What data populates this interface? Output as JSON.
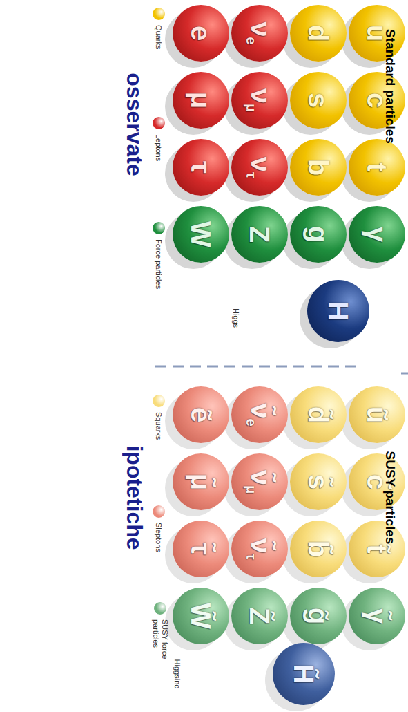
{
  "diagram": {
    "nodes": [
      {
        "text": [
          "u"
        ]
      },
      {
        "text": [
          "c"
        ]
      },
      {
        "text": [
          "t"
        ]
      },
      {
        "text": [
          "γ"
        ]
      },
      {
        "text": [
          "d"
        ]
      },
      {
        "text": [
          "s"
        ]
      },
      {
        "text": [
          "b"
        ]
      },
      {
        "text": [
          "g"
        ]
      },
      {
        "text": [
          "νe"
        ]
      },
      {
        "text": [
          "νμ"
        ]
      },
      {
        "text": [
          "ντ"
        ]
      },
      {
        "text": [
          "Z"
        ]
      },
      {
        "text": [
          "e"
        ]
      },
      {
        "text": [
          "μ"
        ]
      },
      {
        "text": [
          "τ"
        ]
      },
      {
        "text": [
          "W"
        ]
      },
      {
        "text": [
          "H"
        ]
      },
      {
        "text": [
          "ũ"
        ]
      },
      {
        "text": [
          "c̃"
        ]
      },
      {
        "text": [
          "t̃"
        ]
      },
      {
        "text": [
          "γ̃"
        ]
      },
      {
        "text": [
          "d̃"
        ]
      },
      {
        "text": [
          "s̃"
        ]
      },
      {
        "text": [
          "b̃"
        ]
      },
      {
        "text": [
          "g̃"
        ]
      },
      {
        "text": [
          "ν̃e"
        ]
      },
      {
        "text": [
          "ν̃μ"
        ]
      },
      {
        "text": [
          "ν̃τ"
        ]
      },
      {
        "text": [
          "Z̃"
        ]
      },
      {
        "text": [
          "ẽ"
        ]
      },
      {
        "text": [
          "μ̃"
        ]
      },
      {
        "text": [
          "τ̃"
        ]
      },
      {
        "text": [
          "W̃"
        ]
      },
      {
        "text": [
          "H̃"
        ]
      }
    ],
    "labels": [
      "Standard particles",
      "Higgs",
      "osservate",
      "SUSY particles",
      "Higgsino",
      "ipotetiche"
    ],
    "legend": [
      {
        "text": "Quarks",
        "color": "#f2c200"
      },
      {
        "text": "Leptons",
        "color": "#d62a2a"
      },
      {
        "text": "Force particles",
        "color": "#1f8f3e"
      },
      {
        "text": "Squarks",
        "color": "#f8dc7a"
      },
      {
        "text": "Sleptons",
        "color": "#ec8a7a"
      },
      {
        "text": "SUSY force particles",
        "color": "#6fb27e"
      }
    ]
  }
}
